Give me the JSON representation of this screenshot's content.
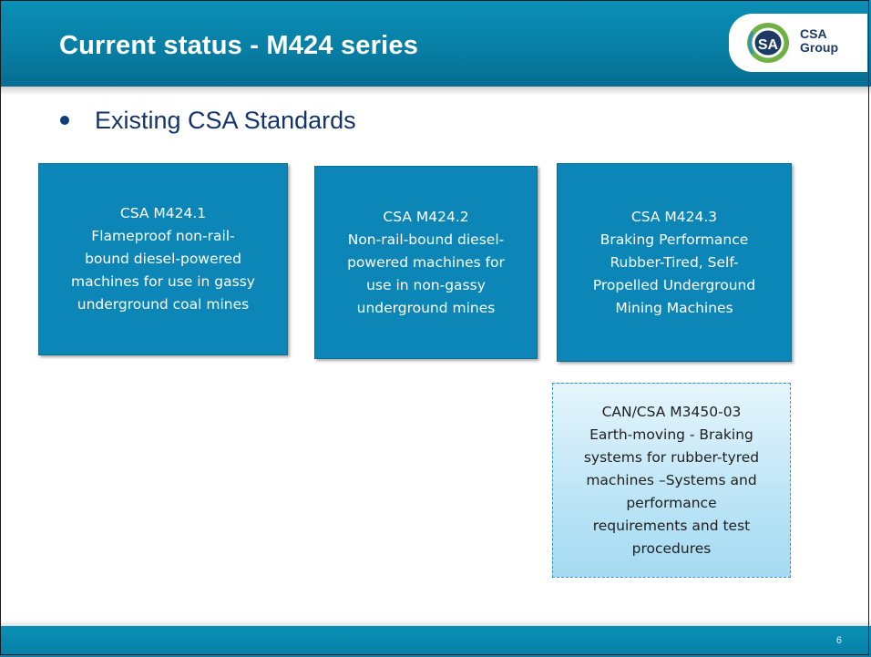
{
  "slide": {
    "title": "Current status - M424 series",
    "logo": {
      "text_line1": "CSA",
      "text_line2": "Group"
    },
    "bullet": "Existing CSA Standards",
    "boxes": [
      {
        "lines": [
          "CSA M424.1",
          "Flameproof non-rail-",
          "bound diesel-powered",
          "machines for use in gassy",
          "underground coal mines"
        ]
      },
      {
        "lines": [
          "CSA M424.2",
          "Non-rail-bound diesel-",
          "powered machines for",
          "use in non-gassy",
          "underground mines"
        ]
      },
      {
        "lines": [
          "CSA M424.3",
          "Braking Performance",
          "Rubber-Tired, Self-",
          "Propelled Underground",
          "Mining Machines"
        ]
      }
    ],
    "reference_box": {
      "lines": [
        "CAN/CSA M3450-03",
        "Earth-moving - Braking",
        "systems for rubber-tyred",
        "machines –Systems and",
        "performance",
        "requirements and test",
        "procedures"
      ]
    },
    "page_number": "6"
  },
  "colors": {
    "header": "#0a8fb6",
    "box_fill": "#0b86b6",
    "light_box_fill": "#bfe6f6",
    "bullet_text": "#14356b",
    "logo_green": "#6fb043",
    "logo_navy": "#1c3a63"
  }
}
